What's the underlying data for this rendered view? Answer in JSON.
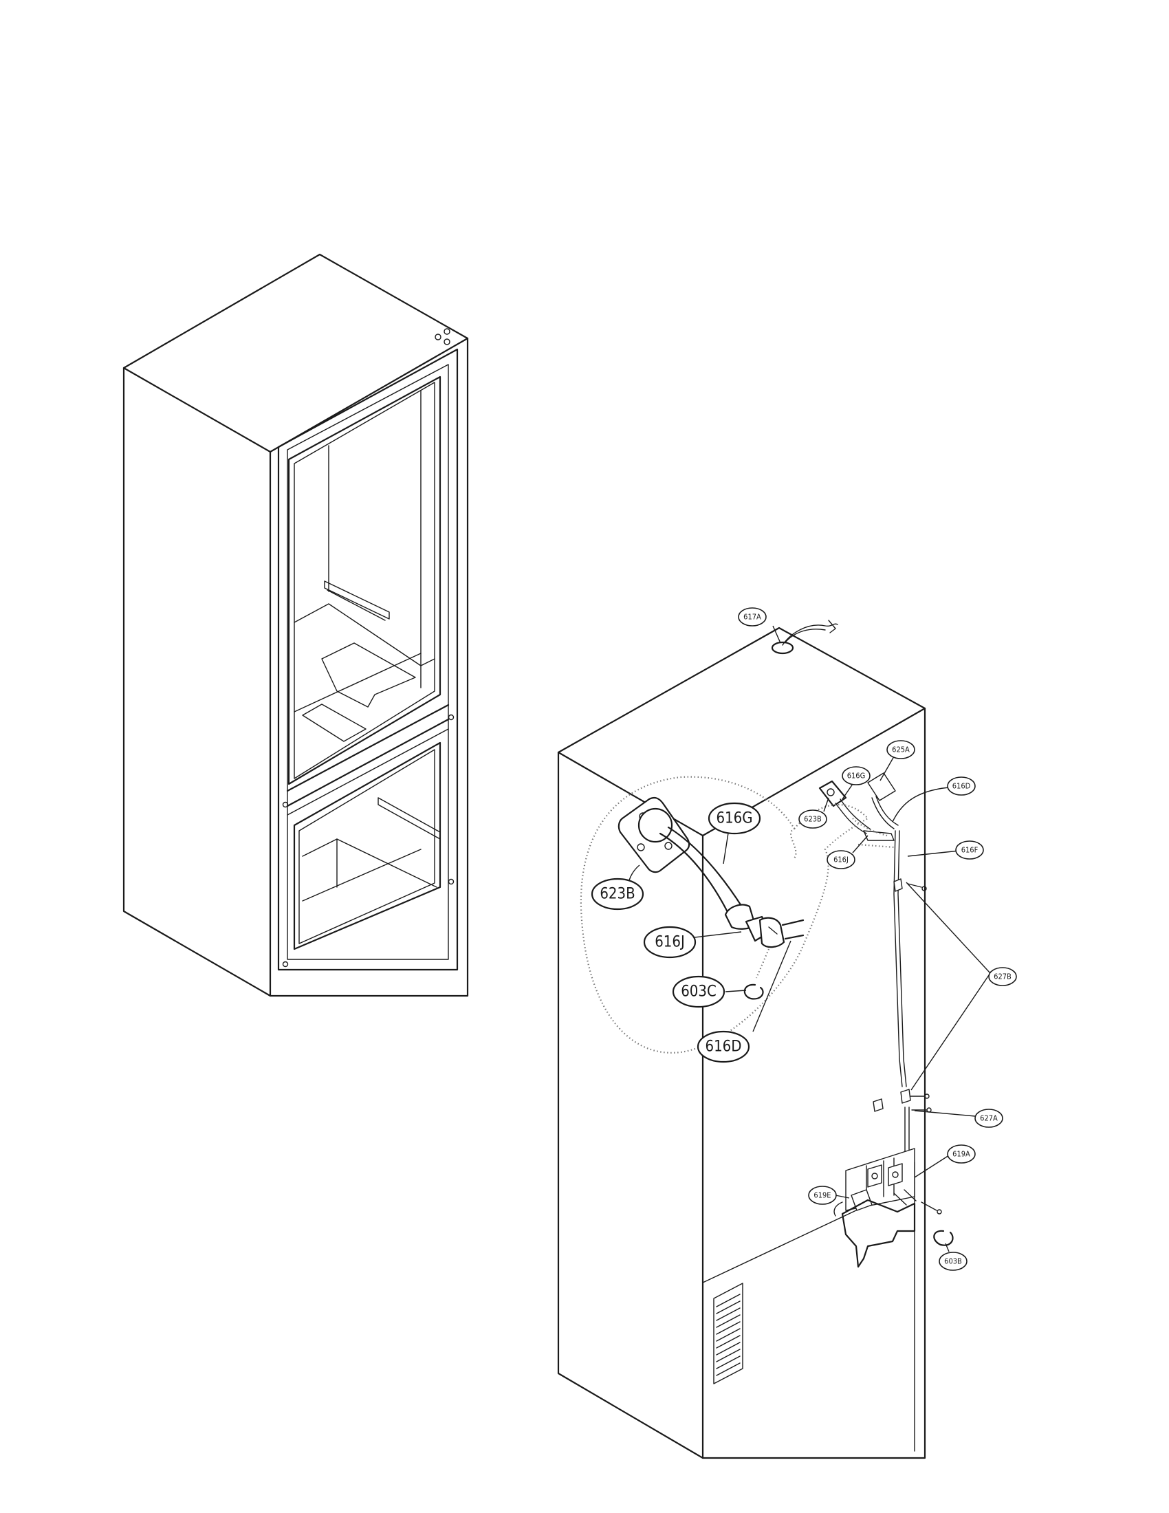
{
  "callouts": [
    {
      "id": "617A",
      "label": "617A",
      "size": "small"
    },
    {
      "id": "625A",
      "label": "625A",
      "size": "small"
    },
    {
      "id": "616G_small",
      "label": "616G",
      "size": "small"
    },
    {
      "id": "616D_small",
      "label": "616D",
      "size": "small"
    },
    {
      "id": "623B_small",
      "label": "623B",
      "size": "small"
    },
    {
      "id": "616F",
      "label": "616F",
      "size": "small"
    },
    {
      "id": "616J_small",
      "label": "616J",
      "size": "small"
    },
    {
      "id": "627B",
      "label": "627B",
      "size": "small"
    },
    {
      "id": "627A",
      "label": "627A",
      "size": "small"
    },
    {
      "id": "619A",
      "label": "619A",
      "size": "small"
    },
    {
      "id": "619E",
      "label": "619E",
      "size": "small"
    },
    {
      "id": "603B",
      "label": "603B",
      "size": "small"
    },
    {
      "id": "616G_big",
      "label": "616G",
      "size": "large"
    },
    {
      "id": "623B_big",
      "label": "623B",
      "size": "large"
    },
    {
      "id": "616J_big",
      "label": "616J",
      "size": "large"
    },
    {
      "id": "603C",
      "label": "603C",
      "size": "large"
    },
    {
      "id": "616D_big",
      "label": "616D",
      "size": "large"
    }
  ]
}
